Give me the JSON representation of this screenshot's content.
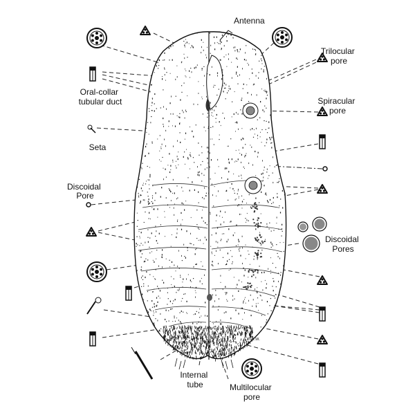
{
  "labels": {
    "antenna": "Antenna",
    "trilocular_pore": [
      "Trilocular",
      "pore"
    ],
    "oral_collar": [
      "Oral-collar",
      "tubular duct"
    ],
    "spiracular_pore": [
      "Spiracular",
      "pore"
    ],
    "seta": "Seta",
    "discoidal_pore_left": [
      "Discoidal",
      "Pore"
    ],
    "discoidal_pores_right": [
      "Discoidal",
      "Pores"
    ],
    "internal_tube": [
      "Internal",
      "tube"
    ],
    "multilocular_pore": [
      "Multilocular",
      "pore"
    ],
    "signature": "n.s.w."
  },
  "icons": {
    "multilocular": "multilocular-pore-icon",
    "trilocular": "trilocular-pore-icon",
    "tubular_duct": "tubular-duct-icon",
    "seta": "seta-icon",
    "discoidal": "discoidal-pore-icon",
    "spiracle": "spiracle-icon"
  },
  "colors": {
    "ink": "#111111",
    "background": "#ffffff"
  }
}
